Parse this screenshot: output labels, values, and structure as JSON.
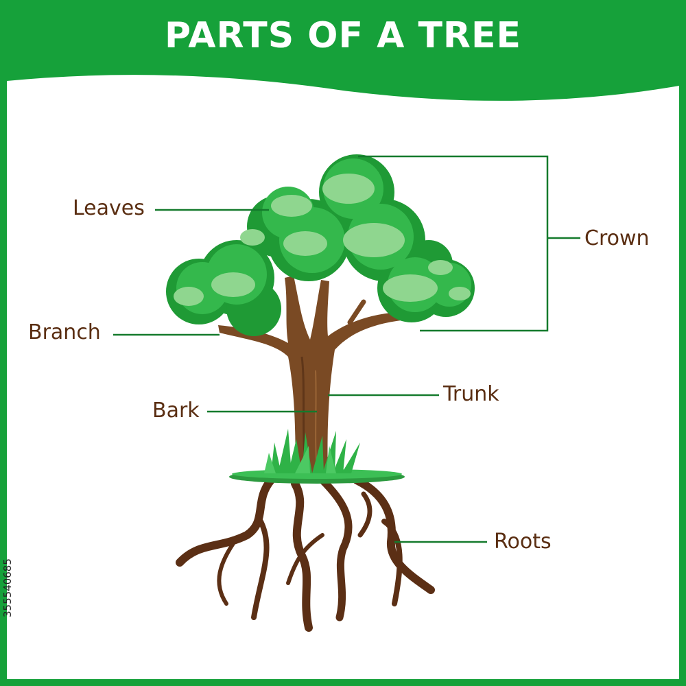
{
  "title": "PARTS OF A TREE",
  "labels": {
    "leaves": "Leaves",
    "branch": "Branch",
    "bark": "Bark",
    "trunk": "Trunk",
    "crown": "Crown",
    "roots": "Roots"
  },
  "watermark_id": "355540685",
  "colors": {
    "frame_green": "#16a13a",
    "label_brown": "#5a2e12",
    "leader_line": "#147a2c",
    "trunk_brown": "#7a4a24",
    "root_brown": "#5b2f15",
    "leaf_dark": "#1f9a35",
    "leaf_mid": "#34b84c",
    "leaf_light": "#8fd68f",
    "grass": "#2fb247"
  }
}
